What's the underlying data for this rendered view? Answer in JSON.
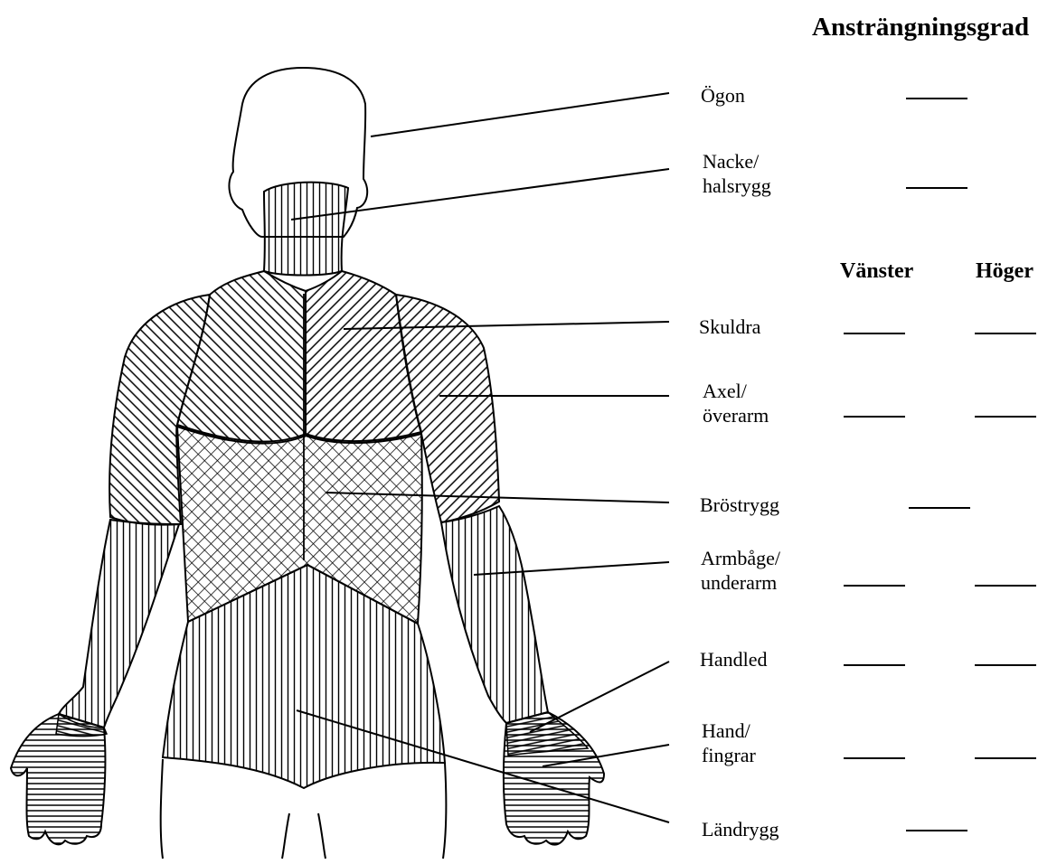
{
  "title": "Ansträngningsgrad",
  "columns": {
    "left": "Vänster",
    "right": "Höger"
  },
  "regions": [
    {
      "id": "eyes",
      "lines": [
        "Ögon"
      ],
      "blanks": "single"
    },
    {
      "id": "neck",
      "lines": [
        "Nacke/",
        "halsrygg"
      ],
      "blanks": "single"
    },
    {
      "id": "shoulder",
      "lines": [
        "Skuldra"
      ],
      "blanks": "pair"
    },
    {
      "id": "upper-arm",
      "lines": [
        "Axel/",
        "överarm"
      ],
      "blanks": "pair"
    },
    {
      "id": "thoracic",
      "lines": [
        "Bröstrygg"
      ],
      "blanks": "single"
    },
    {
      "id": "elbow",
      "lines": [
        "Armbåge/",
        "underarm"
      ],
      "blanks": "pair"
    },
    {
      "id": "wrist",
      "lines": [
        "Handled"
      ],
      "blanks": "pair"
    },
    {
      "id": "hand",
      "lines": [
        "Hand/",
        "fingrar"
      ],
      "blanks": "pair"
    },
    {
      "id": "lumbar",
      "lines": [
        "Ländrygg"
      ],
      "blanks": "single"
    }
  ]
}
